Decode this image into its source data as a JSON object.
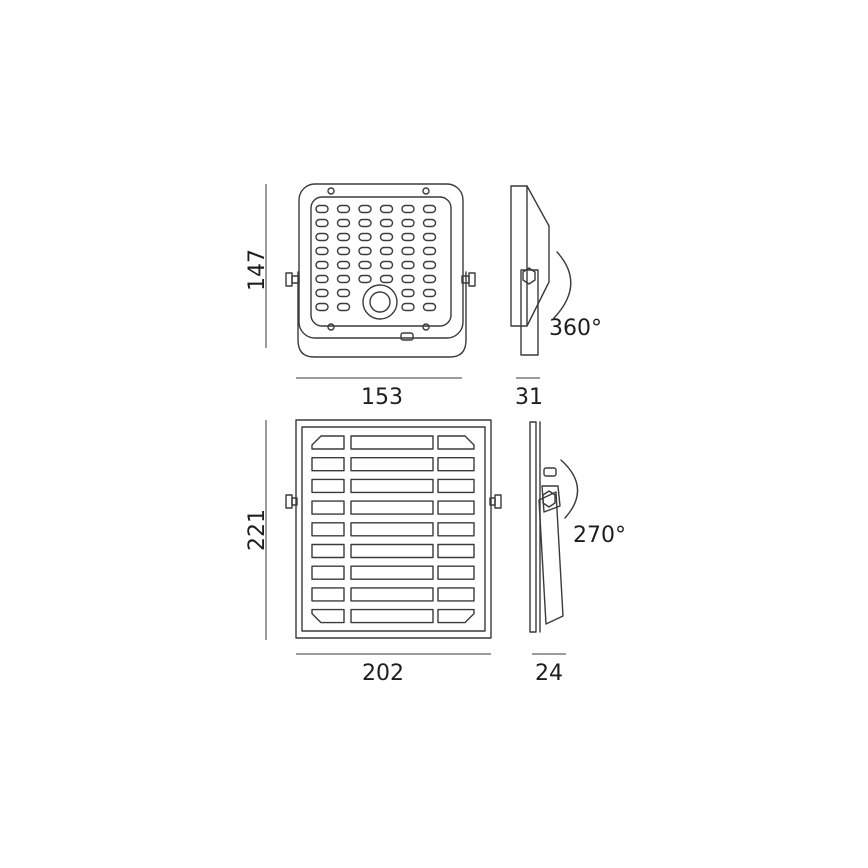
{
  "dimensions": {
    "front_height": "147",
    "front_width": "153",
    "side_depth": "31",
    "panel_height": "221",
    "panel_width": "202",
    "panel_depth": "24"
  },
  "rotations": {
    "lamp_bracket": "360°",
    "panel_bracket": "270°"
  },
  "led_grid": {
    "columns": 6,
    "rows": 8
  },
  "cell_grid": {
    "rows": 9
  }
}
